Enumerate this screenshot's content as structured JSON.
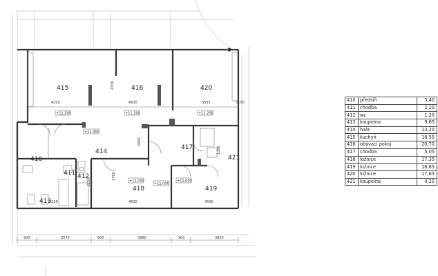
{
  "rooms": [
    {
      "id": "415"
    },
    {
      "id": "416"
    },
    {
      "id": "420"
    },
    {
      "id": "414"
    },
    {
      "id": "417"
    },
    {
      "id": "410"
    },
    {
      "id": "411"
    },
    {
      "id": "412"
    },
    {
      "id": "421"
    },
    {
      "id": "413"
    },
    {
      "id": "418"
    },
    {
      "id": "419"
    }
  ],
  "room_dims": [
    "4220",
    "4630",
    "3535",
    "4330",
    "5100",
    "4630",
    "4500",
    "3750",
    "2000",
    "1300",
    "2250",
    "4220"
  ],
  "level_tags": [
    "+11,200",
    "+11,200",
    "+11,200",
    "+11,450",
    "+11,000",
    "+11,000",
    "+11,000"
  ],
  "bottom_dims": [
    "900",
    "3570",
    "900",
    "3980",
    "900",
    "3850"
  ],
  "table": [
    {
      "num": "410",
      "name": "předsíň",
      "area": "5,40"
    },
    {
      "num": "411",
      "name": "chodba",
      "area": "2,20"
    },
    {
      "num": "412",
      "name": "wc",
      "area": "1,20"
    },
    {
      "num": "413",
      "name": "koupelna",
      "area": "9,85"
    },
    {
      "num": "414",
      "name": "hala",
      "area": "13,20"
    },
    {
      "num": "415",
      "name": "kuchyň",
      "area": "18,55"
    },
    {
      "num": "416",
      "name": "obývací pokoj",
      "area": "20,70"
    },
    {
      "num": "417",
      "name": "chodba",
      "area": "5,05"
    },
    {
      "num": "418",
      "name": "ložnice",
      "area": "17,35"
    },
    {
      "num": "419",
      "name": "ložnice",
      "area": "16,85"
    },
    {
      "num": "420",
      "name": "ložnice",
      "area": "17,65"
    },
    {
      "num": "421",
      "name": "koupelna",
      "area": "4,20"
    }
  ]
}
